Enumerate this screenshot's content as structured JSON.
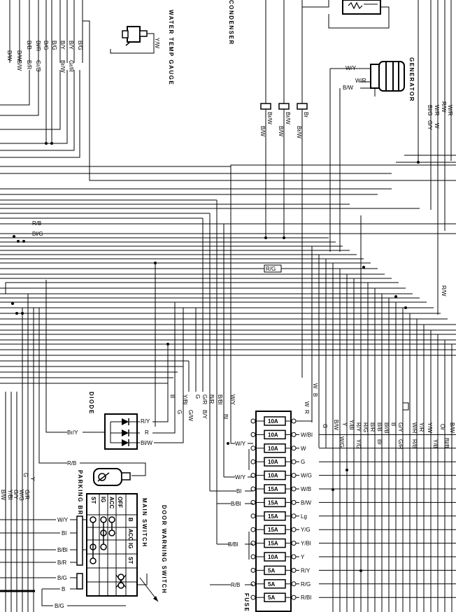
{
  "components": {
    "water_temp_gauge": "WATER TEMP GAUGE",
    "condenser": "CONDENSER",
    "generator": "GENERATOR",
    "diode": "DIODE",
    "parking_brake_switch": "PARKING BRAKE SWITCH",
    "main_switch": "MAIN SWITCH",
    "door_warning_switch": "DOOR WARNING SWITCH",
    "fuse": "FUSE"
  },
  "top_left_wires": [
    "B/W",
    "B/W",
    "B/B",
    "Bl/R",
    "B/G",
    "B/G",
    "Gr/B",
    "B/W",
    "B/W",
    "B/Y",
    "Gr/R",
    "B/G",
    "B/G",
    "B/R",
    "Br/Y",
    "Gr/R"
  ],
  "wire_labels": {
    "water_temp": "Y/W",
    "condenser": [
      "B/W",
      "Br/W",
      "Br",
      "B/W",
      "Br/W",
      "Br/W"
    ],
    "generator": [
      "W/Y",
      "W/R",
      "B/W"
    ],
    "right_top": [
      "Bl/G",
      "G/Y",
      "W",
      "W/R",
      "R/W",
      "W/R"
    ],
    "left_rb": "R/B",
    "left_blg": "Bl/G",
    "rg_box": "R/G",
    "right_rw": "R/W",
    "diode": [
      "R/Y",
      "R",
      "Bl/W",
      "Br/Y"
    ],
    "parking": "R/B",
    "left_bottom": [
      "B/W",
      "Y/Bl",
      "G/Y",
      "W/G",
      "G",
      "Y",
      "G/R"
    ],
    "main_switch_left": [
      "W/Y",
      "Bl",
      "B/Bl",
      "B/R",
      "B/G",
      "B",
      "B/G"
    ],
    "vertical_mid": [
      "B",
      "G",
      "Y/Bl",
      "G/W",
      "G",
      "B/Y",
      "G/R",
      "B/R",
      "B/Bl",
      "W/Y",
      "Bl"
    ],
    "fuse_left": [
      "W/Y",
      "W/Y",
      "Bl",
      "B/Bl",
      "B/Bl",
      "R/B"
    ],
    "fuse_right_top": [
      "W",
      "B",
      "W",
      "R",
      "G",
      "B/W",
      "W/G",
      "Y",
      "Y/Bl",
      "R/Y",
      "Y/G",
      "R/G",
      "B/R",
      "B/B",
      "Br",
      "Br/B",
      "B",
      "G/Y",
      "G/R",
      "W/R",
      "R/B",
      "Y/R",
      "Y/W",
      "Y/B",
      "Or",
      "Bl/B",
      "B/W"
    ]
  },
  "main_switch": {
    "columns": [
      "ST",
      "IG",
      "ACC",
      "OFF"
    ],
    "rows": [
      "B",
      "ACC",
      "IG",
      "ST"
    ]
  },
  "fuses": [
    {
      "amp": "10A",
      "out": ""
    },
    {
      "amp": "10A",
      "out": "W/Bl"
    },
    {
      "amp": "10A",
      "out": "W"
    },
    {
      "amp": "10A",
      "out": "G"
    },
    {
      "amp": "10A",
      "out": "W/G"
    },
    {
      "amp": "15A",
      "out": "W/B"
    },
    {
      "amp": "15A",
      "out": "B/W"
    },
    {
      "amp": "15A",
      "out": "Lg"
    },
    {
      "amp": "15A",
      "out": "Y/G"
    },
    {
      "amp": "15A",
      "out": "Y/Bl"
    },
    {
      "amp": "10A",
      "out": "Y"
    },
    {
      "amp": "5A",
      "out": "R/Y"
    },
    {
      "amp": "5A",
      "out": "R/G"
    },
    {
      "amp": "5A",
      "out": "R/Bl"
    }
  ]
}
